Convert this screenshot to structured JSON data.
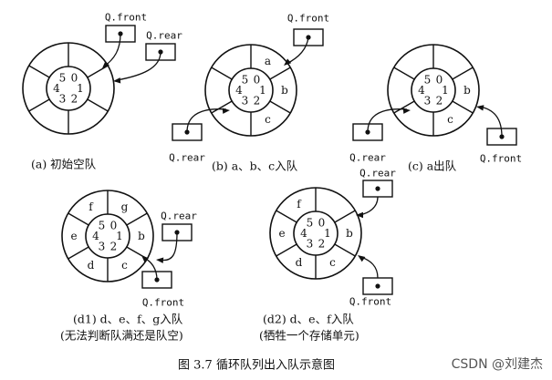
{
  "pointer_labels": {
    "front": "Q.front",
    "rear": "Q.rear"
  },
  "captions": {
    "a": "(a) 初始空队",
    "b": "(b) a、b、c入队",
    "c": "(c) a出队",
    "d1_line1": "(d1) d、e、f、g入队",
    "d1_line2": "(无法判断队满还是队空)",
    "d2_line1": "(d2) d、e、f入队",
    "d2_line2": "(牺牲一个存储单元)",
    "figure": "图 3.7   循环队列出入队示意图"
  },
  "inner_indices": [
    "0",
    "1",
    "2",
    "3",
    "4",
    "5"
  ],
  "queues": {
    "a": {
      "cells": [
        "",
        "",
        "",
        "",
        "",
        ""
      ]
    },
    "b": {
      "cells": [
        "a",
        "b",
        "c",
        "",
        "",
        ""
      ]
    },
    "c": {
      "cells": [
        "",
        "b",
        "c",
        "",
        "",
        ""
      ]
    },
    "d1": {
      "cells": [
        "g",
        "b",
        "c",
        "d",
        "e",
        "f"
      ]
    },
    "d2": {
      "cells": [
        "",
        "b",
        "c",
        "d",
        "e",
        "f"
      ]
    }
  },
  "watermark": "CSDN @刘建杰"
}
